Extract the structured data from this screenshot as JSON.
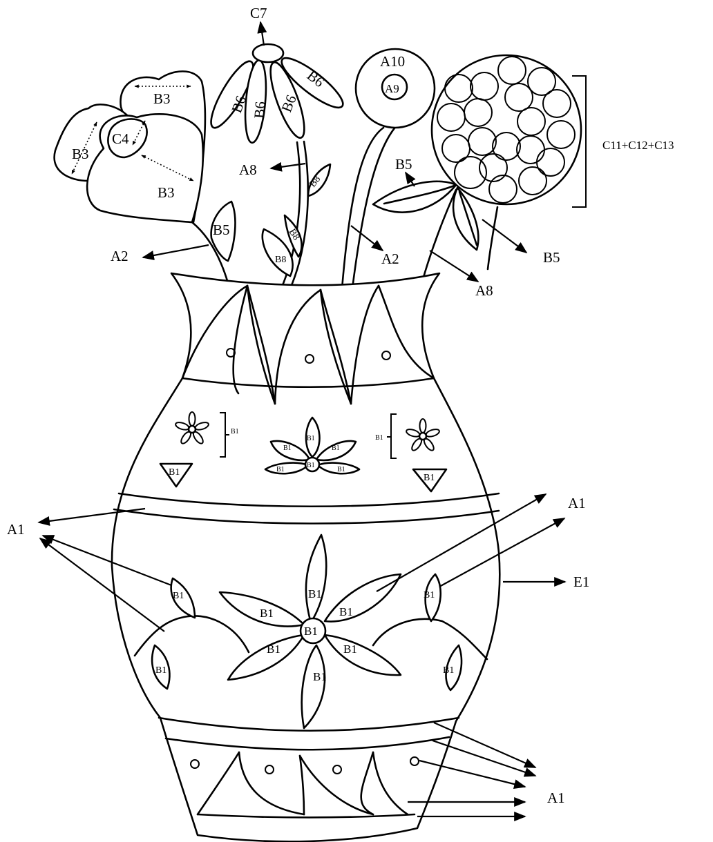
{
  "labels": {
    "c7": "C7",
    "a10": "A10",
    "a9": "A9",
    "b3": "B3",
    "c4": "C4",
    "b6": "B6",
    "a8": "A8",
    "b8": "B8",
    "b5": "B5",
    "a2": "A2",
    "group": "C11+C12+C13",
    "b1": "B1",
    "a1": "A1",
    "e1": "E1"
  }
}
